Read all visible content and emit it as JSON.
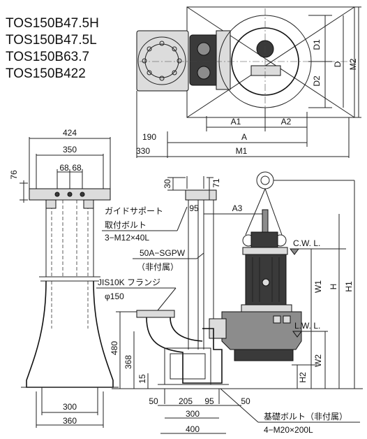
{
  "models": [
    "TOS150B47.5H",
    "TOS150B47.5L",
    "TOS150B63.7",
    "TOS150B422"
  ],
  "plan_dims": {
    "d1": "D1",
    "d2": "D2",
    "d": "D",
    "m2": "M2",
    "a1": "A1",
    "a2": "A2",
    "a": "A",
    "m1": "M1",
    "d190": "190",
    "d330": "330"
  },
  "support_dims": {
    "d424": "424",
    "d350": "350",
    "d68a": "68",
    "d68b": "68",
    "d76": "76",
    "d300": "300",
    "d360": "360"
  },
  "elev_dims": {
    "d30": "30",
    "d71": "71",
    "d95top": "95",
    "a3": "A3",
    "d480": "480",
    "d368": "368",
    "d15": "15",
    "d50a": "50",
    "d205": "205",
    "d95": "95",
    "d50b": "50",
    "d300": "300",
    "d400": "400",
    "h1": "H1",
    "h": "H",
    "w1": "W1",
    "w2": "W2",
    "h2": "H2"
  },
  "notes": {
    "guide_support_1": "ガイドサポート",
    "guide_support_2": "取付ボルト",
    "guide_support_3": "3−M12×40L",
    "pipe_1": "50A−SGPW",
    "pipe_2": "（非付属）",
    "flange_1": "JIS10K フランジ",
    "flange_2": "φ150",
    "anchor_1": "基礎ボルト（非付属）",
    "anchor_2": "4−M20×200L",
    "cwl": "C.W. L.",
    "lwl": "L.W. L."
  }
}
